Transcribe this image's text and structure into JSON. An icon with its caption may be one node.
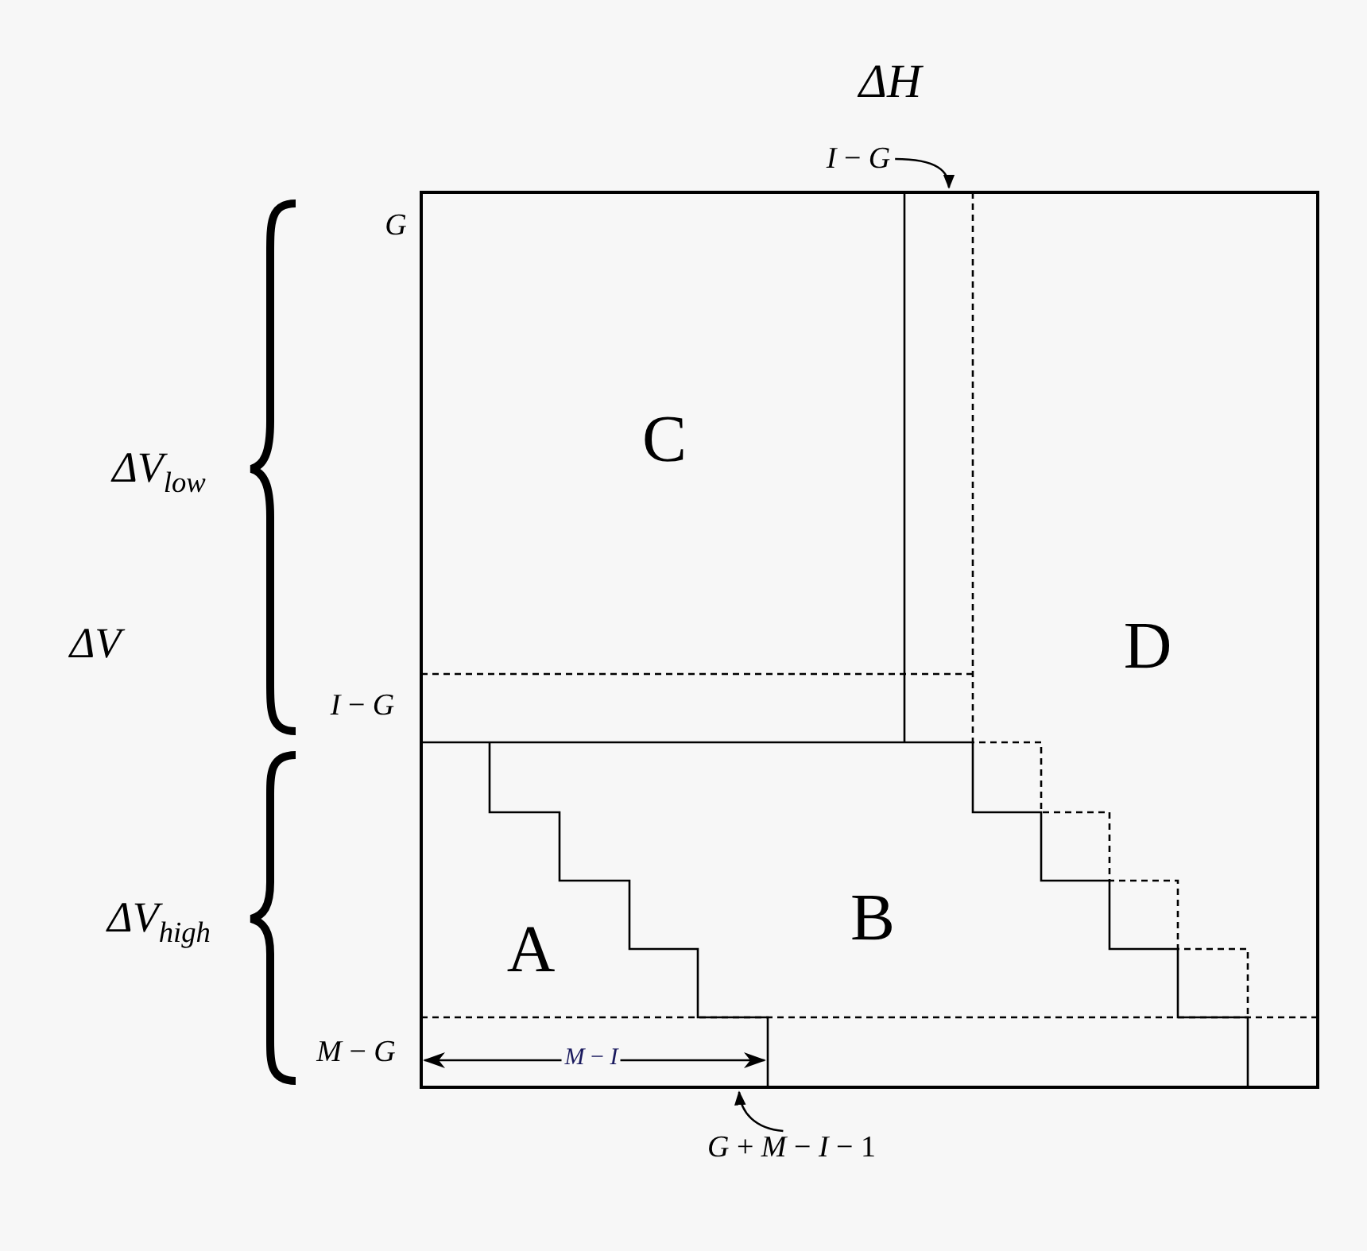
{
  "diagram": {
    "nodes": [
      {
        "text": [
          "*I* − *G*"
        ]
      },
      {
        "text": [
          "*G* + *M* − *I* − 1"
        ]
      }
    ],
    "edges": [
      {
        "from": 0,
        "to": null,
        "arrow": "to"
      },
      {
        "from": 1,
        "to": null,
        "arrow": "to"
      }
    ],
    "labels": [
      "ΔH",
      "*G*",
      "C",
      "ΔV$_{low}$",
      "ΔV",
      "D",
      "*I* − *G*",
      "ΔV$_{high}$",
      "B",
      "A",
      "*M* − *G*",
      "*M* − *I*"
    ]
  }
}
